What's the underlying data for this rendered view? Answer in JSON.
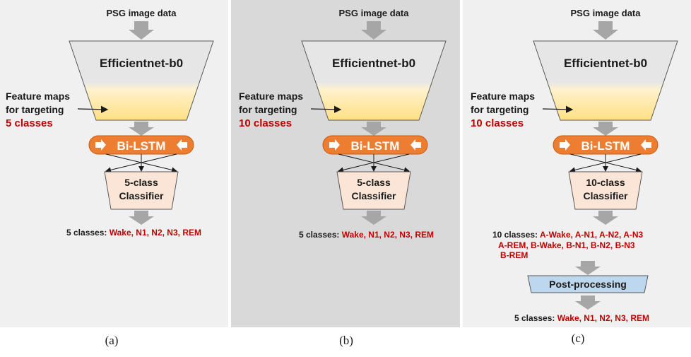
{
  "colors": {
    "panel_a_bg": "#f0f0f0",
    "panel_b_bg": "#d9d9d9",
    "panel_c_bg": "#f0f0f0",
    "arrow_gray": "#a6a6a6",
    "encoder_fill": "#e7e6e6",
    "feature_yellow": "#ffe699",
    "lstm_orange": "#ed7d31",
    "classifier_fill": "#fbe5d6",
    "postproc_fill": "#bdd7ee",
    "red_text": "#c00000",
    "dark_text": "#1a1a1a"
  },
  "panels": [
    {
      "input_label": "PSG image data",
      "encoder_label": "Efficientnet-b0",
      "feature_line1": "Feature maps",
      "feature_line2": "for targeting",
      "feature_classes": "5 classes",
      "lstm_label": "Bi-LSTM",
      "classifier_line1": "5-class",
      "classifier_line2": "Classifier",
      "output_prefix": "5 classes: ",
      "output_classes": "Wake, N1, N2, N3, REM",
      "caption": "(a)"
    },
    {
      "input_label": "PSG image data",
      "encoder_label": "Efficientnet-b0",
      "feature_line1": "Feature maps",
      "feature_line2": "for targeting",
      "feature_classes": "10 classes",
      "lstm_label": "Bi-LSTM",
      "classifier_line1": "5-class",
      "classifier_line2": "Classifier",
      "output_prefix": "5 classes: ",
      "output_classes": "Wake, N1, N2, N3, REM",
      "caption": "(b)"
    },
    {
      "input_label": "PSG image data",
      "encoder_label": "Efficientnet-b0",
      "feature_line1": "Feature maps",
      "feature_line2": "for targeting",
      "feature_classes": "10 classes",
      "lstm_label": "Bi-LSTM",
      "classifier_line1": "10-class",
      "classifier_line2": "Classifier",
      "output_prefix": "10 classes: ",
      "output_line1": "A-Wake, A-N1, A-N2, A-N3",
      "output_line2": "A-REM, B-Wake, B-N1, B-N2, B-N3",
      "output_line3": "B-REM",
      "postproc_label": "Post-processing",
      "final_prefix": "5 classes: ",
      "final_classes": "Wake, N1, N2, N3, REM",
      "caption": "(c)"
    }
  ]
}
